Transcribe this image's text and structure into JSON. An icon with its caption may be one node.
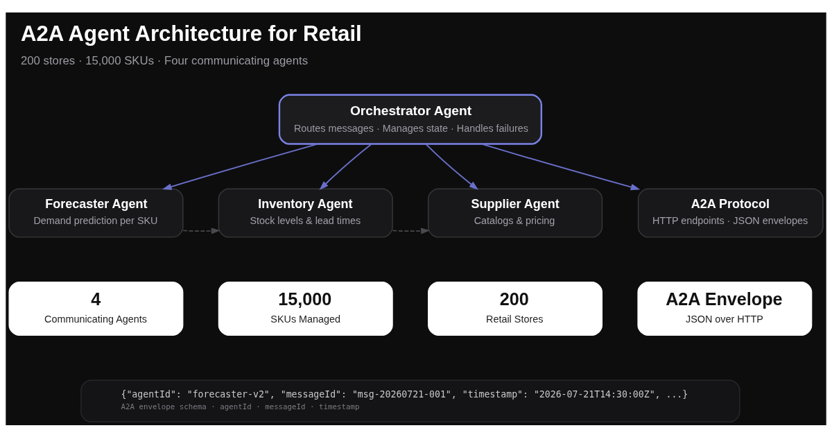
{
  "diagram": {
    "title": "A2A Agent Architecture for Retail",
    "caption": "200 stores · 15,000 SKUs · Four communicating agents",
    "nodes": [
      {
        "text": [
          "Orchestrator Agent",
          "Routes messages · Manages state · Handles failures"
        ]
      },
      {
        "text": [
          "Forecaster Agent",
          "Demand prediction per SKU"
        ]
      },
      {
        "text": [
          "Inventory Agent",
          "Stock levels & lead times"
        ]
      },
      {
        "text": [
          "Supplier Agent",
          "Catalogs & pricing"
        ]
      },
      {
        "text": [
          "A2A Protocol",
          "HTTP endpoints · JSON envelopes"
        ]
      },
      {
        "text": [
          "4",
          "Communicating Agents"
        ]
      },
      {
        "text": [
          "15,000",
          "SKUs Managed"
        ]
      },
      {
        "text": [
          "200",
          "Retail Stores"
        ]
      },
      {
        "text": [
          "A2A Envelope",
          "JSON over HTTP"
        ]
      },
      {
        "text": [
          "{\"agentId\": \"forecaster-v2\", \"messageId\": \"msg-20260721-001\", \"timestamp\": \"2026-07-21T14:30:00Z\", ...}",
          "A2A envelope schema · agentId · messageId · timestamp"
        ]
      }
    ],
    "edges": [
      {
        "from": 0,
        "to": 1,
        "arrow": "to"
      },
      {
        "from": 0,
        "to": 2,
        "arrow": "to"
      },
      {
        "from": 0,
        "to": 3,
        "arrow": "to"
      },
      {
        "from": 0,
        "to": 4,
        "arrow": "to"
      },
      {
        "from": 1,
        "to": 2,
        "arrow": "to",
        "style": "dashed",
        "color": "#4a4a4e"
      },
      {
        "from": 2,
        "to": 3,
        "arrow": "to",
        "style": "dashed",
        "color": "#4a4a4e"
      }
    ]
  }
}
